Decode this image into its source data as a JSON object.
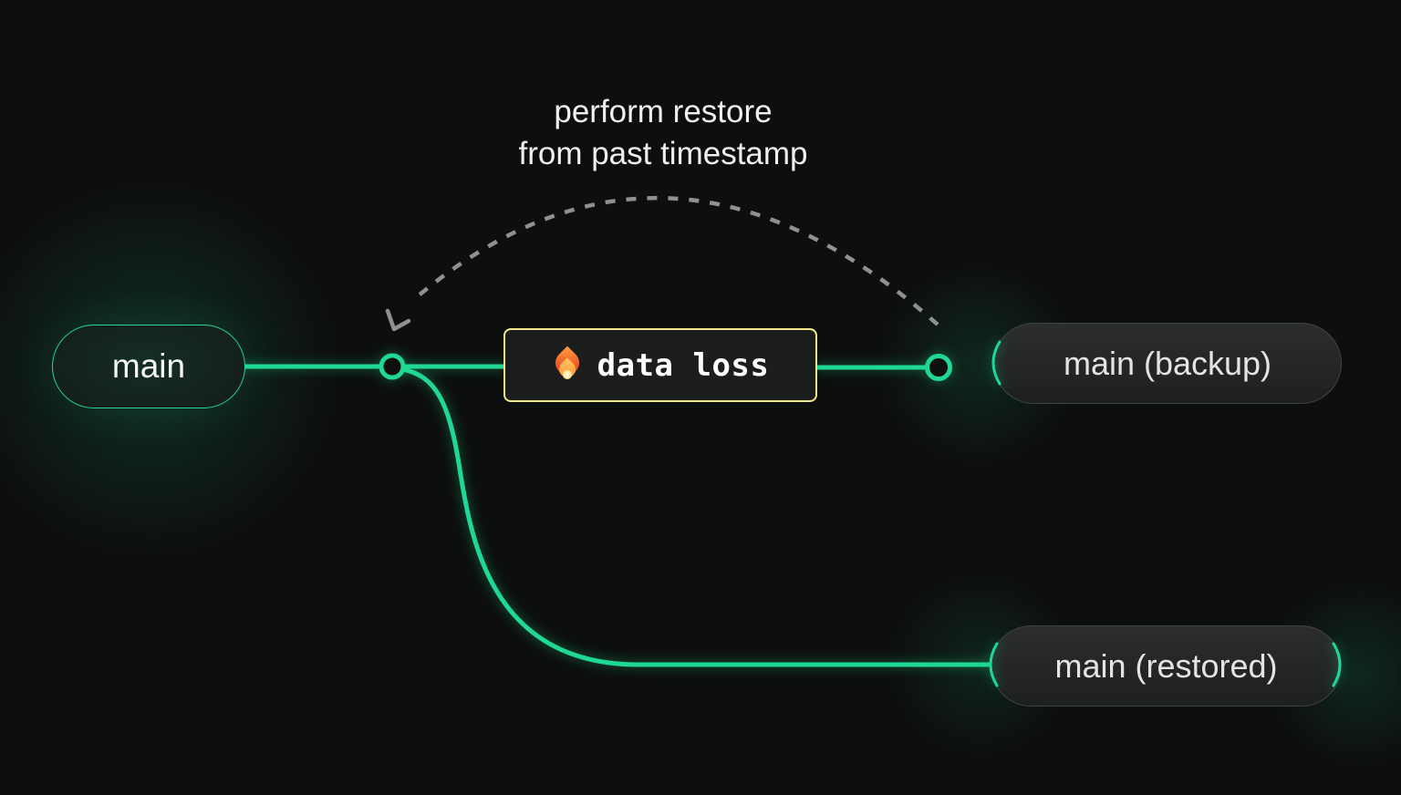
{
  "colors": {
    "background": "#0d0f0e",
    "line_green": "#1ed893",
    "box_yellow": "#f1e98c",
    "arc_gray": "#8e918e",
    "pill_border_gray": "#404441",
    "text_light": "#eef0ee"
  },
  "annotation": {
    "line1": "perform restore",
    "line2": "from past timestamp"
  },
  "nodes": {
    "main": {
      "label": "main"
    },
    "backup": {
      "label": "main (backup)"
    },
    "restored": {
      "label": "main (restored)"
    }
  },
  "event": {
    "label": "data loss",
    "icon": "fire-icon"
  }
}
